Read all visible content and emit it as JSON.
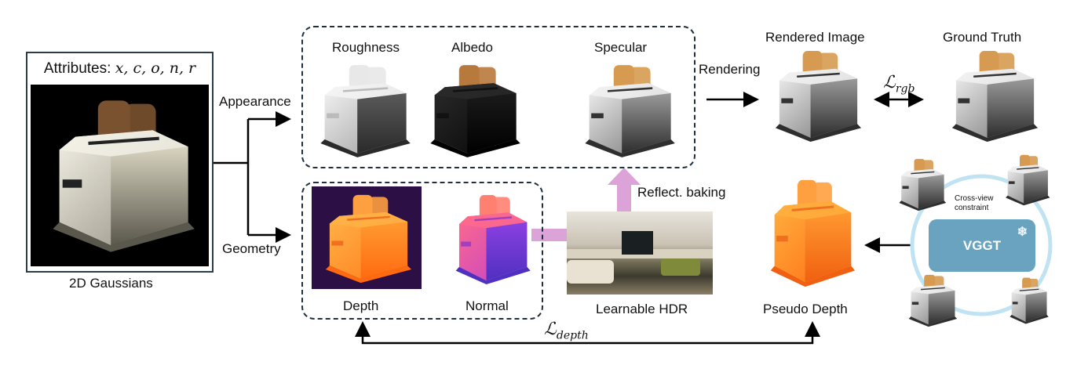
{
  "gaussians": {
    "attributes_label": "Attributes: ",
    "attributes_math": "x, c, o, n, r",
    "caption": "2D Gaussians"
  },
  "branches": {
    "appearance": "Appearance",
    "geometry": "Geometry"
  },
  "appearance_maps": [
    {
      "label": "Roughness"
    },
    {
      "label": "Albedo"
    },
    {
      "label": "Specular"
    }
  ],
  "geometry_maps": [
    {
      "label": "Depth"
    },
    {
      "label": "Normal"
    }
  ],
  "hdr": {
    "label": "Learnable HDR",
    "baking_label": "Reflect. baking"
  },
  "rendering": {
    "label": "Rendering",
    "rendered_label": "Rendered Image",
    "gt_label": "Ground Truth",
    "loss_rgb": "ℒ",
    "loss_rgb_sub": "rgb"
  },
  "pseudo": {
    "label": "Pseudo Depth",
    "loss_depth": "ℒ",
    "loss_depth_sub": "depth"
  },
  "vggt": {
    "label": "VGGT",
    "constraint_label": "Cross-view\nconstraint",
    "frozen_icon": "snowflake-icon"
  },
  "colors": {
    "vggt": "#6aa3bf",
    "ring": "#bfe3f3",
    "baking_arrow": "#dca3d9",
    "dash": "#1e2f3d"
  }
}
